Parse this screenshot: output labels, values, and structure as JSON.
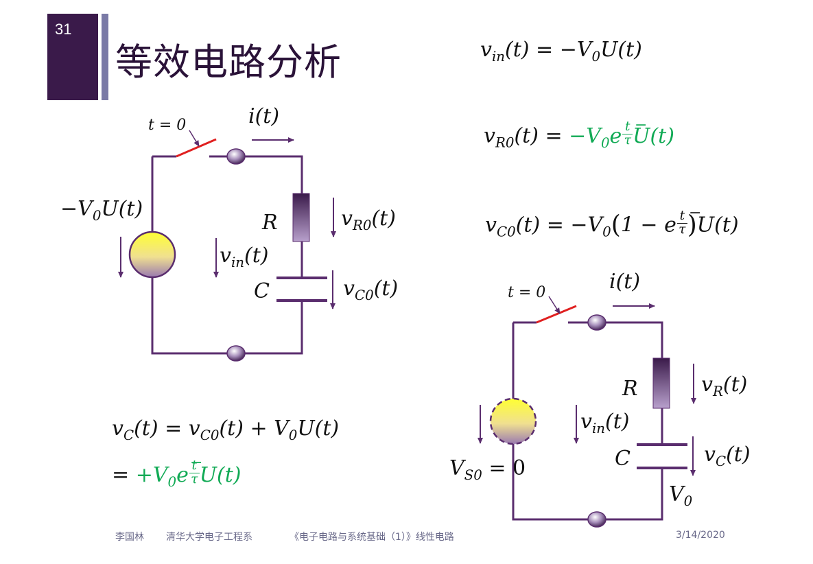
{
  "slide": {
    "number": "31",
    "title": "等效电路分析"
  },
  "circuit1": {
    "switch_label": "t = 0",
    "current_label": "i(t)",
    "source_label": {
      "pre": "−V",
      "sub": "0",
      "post": "U(t)"
    },
    "R_label": "R",
    "C_label": "C",
    "vin_label": {
      "base": "v",
      "sub": "in",
      "post": "(t)"
    },
    "vR_label": {
      "base": "v",
      "sub": "R0",
      "post": "(t)"
    },
    "vC_label": {
      "base": "v",
      "sub": "C0",
      "post": "(t)"
    }
  },
  "circuit2": {
    "switch_label": "t = 0",
    "current_label": "i(t)",
    "R_label": "R",
    "C_label": "C",
    "vin_label": {
      "base": "v",
      "sub": "in",
      "post": "(t)"
    },
    "vR_label": {
      "base": "v",
      "sub": "R",
      "post": "(t)"
    },
    "vC_label": {
      "base": "v",
      "sub": "C",
      "post": "(t)"
    },
    "source_label": {
      "base": "V",
      "sub": "S0",
      "post": " = 0"
    },
    "cap_voltage": {
      "base": "V",
      "sub": "0"
    }
  },
  "equations": {
    "vin": {
      "lhs_base": "v",
      "lhs_sub": "in",
      "lhs_post": "(t) = −V",
      "v0_sub": "0",
      "tail": "U(t)"
    },
    "vR0": {
      "lhs_base": "v",
      "lhs_sub": "R0",
      "lhs_post": "(t) = ",
      "green_pre": "−V",
      "v0_sub": "0",
      "e": "e",
      "exp_sign": "−",
      "exp_num": "t",
      "exp_den": "τ",
      "tail": "U(t)"
    },
    "vC0": {
      "lhs_base": "v",
      "lhs_sub": "C0",
      "lhs_post": "(t) = −V",
      "v0_sub": "0",
      "paren_open": "(",
      "one_minus": "1 − e",
      "exp_sign": "−",
      "exp_num": "t",
      "exp_den": "τ",
      "paren_close": ")",
      "tail": "U(t)"
    },
    "vC_line1": {
      "lhs_base": "v",
      "lhs_sub": "C",
      "mid": "(t) = v",
      "mid_sub": "C0",
      "mid_post": "(t) + V",
      "v0_sub": "0",
      "tail": "U(t)"
    },
    "vC_line2": {
      "eq": "= ",
      "green_pre": "+V",
      "v0_sub": "0",
      "e": "e",
      "exp_sign": "−",
      "exp_num": "t",
      "exp_den": "τ",
      "tail": "U(t)"
    }
  },
  "footer": {
    "author": "李国林",
    "dept": "清华大学电子工程系",
    "course": "《电子电路与系统基础（1）》线性电路",
    "date": "3/14/2020"
  },
  "colors": {
    "wire": "#5a2d6e",
    "switch": "#e02020",
    "green": "#11aa55",
    "number_block": "#3a1a4a",
    "bar": "#7a7aa6"
  }
}
